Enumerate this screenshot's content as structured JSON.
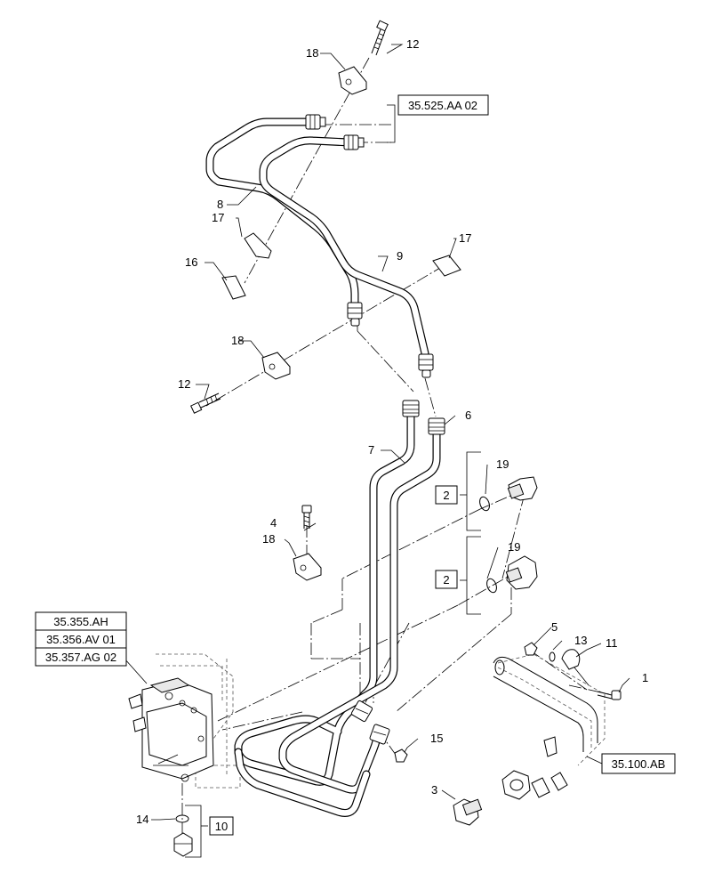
{
  "callouts": {
    "c1": "1",
    "c3": "3",
    "c4": "4",
    "c5": "5",
    "c6": "6",
    "c7": "7",
    "c8": "8",
    "c9": "9",
    "c11": "11",
    "c12_top": "12",
    "c12_mid": "12",
    "c13": "13",
    "c14": "14",
    "c15": "15",
    "c16": "16",
    "c17_left": "17",
    "c17_right": "17",
    "c18_top": "18",
    "c18_mid": "18",
    "c18_low": "18",
    "c19_upper": "19",
    "c19_lower": "19"
  },
  "references": {
    "ref_top": "35.525.AA 02",
    "ref_valve_1": "35.355.AH",
    "ref_valve_2": "35.356.AV 01",
    "ref_valve_3": "35.357.AG 02",
    "ref_right": "35.100.AB"
  },
  "kit_boxes": {
    "kit_upper": "2",
    "kit_lower": "2",
    "kit_bottom": "10"
  }
}
